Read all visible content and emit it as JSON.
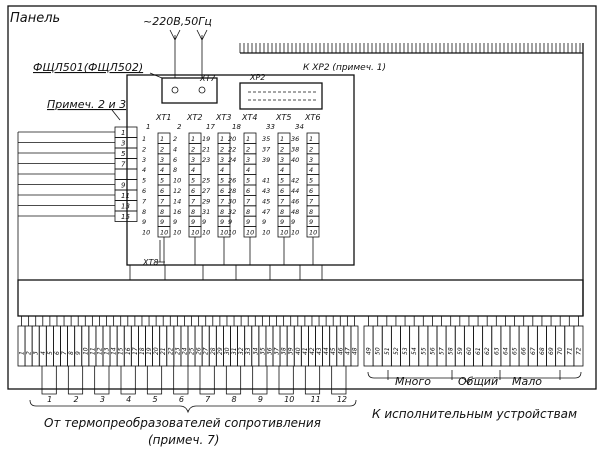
{
  "panel_label": "Панель",
  "power_label": "~220В,50Гц",
  "device_label": "ФЩЛ501(ФЩЛ502)",
  "note_label": "Примеч. 2 и 3",
  "cable_label": "К ХР2 (примеч. 1)",
  "xt7_label": "ХТ7",
  "xp2_label": "ХР2",
  "xt8_label": "ХТ8",
  "left_caption_line1": "От термопреобразователей сопротивления",
  "left_caption_line2": "(примеч. 7)",
  "right_caption": "К исполнительным устройствам",
  "group_labels": [
    "Много",
    "Общий",
    "Мало"
  ],
  "terminal_blocks": [
    {
      "label": "ХТ1",
      "top": "1",
      "rows": [
        "1",
        "2",
        "3",
        "4",
        "5",
        "6",
        "7",
        "8",
        "9",
        "10"
      ]
    },
    {
      "label": "ХТ2",
      "top": "2",
      "rows": [
        "2",
        "4",
        "6",
        "8",
        "10",
        "12",
        "14",
        "16",
        "9",
        "10"
      ]
    },
    {
      "label": "ХТ3",
      "top": "17",
      "rows": [
        "19",
        "21",
        "23",
        "",
        "25",
        "27",
        "29",
        "31",
        "9",
        "10"
      ]
    },
    {
      "label": "ХТ4",
      "top": "18",
      "rows": [
        "20",
        "22",
        "24",
        "",
        "26",
        "28",
        "30",
        "32",
        "9",
        "10"
      ]
    },
    {
      "label": "ХТ5",
      "top": "33",
      "rows": [
        "35",
        "37",
        "39",
        "",
        "41",
        "43",
        "45",
        "47",
        "9",
        "10"
      ]
    },
    {
      "label": "ХТ6",
      "top": "34",
      "rows": [
        "36",
        "38",
        "40",
        "",
        "42",
        "44",
        "46",
        "48",
        "9",
        "10"
      ]
    }
  ],
  "left_strip_numbers": [
    "1",
    "3",
    "5",
    "7",
    "",
    "9",
    "11",
    "13",
    "15"
  ],
  "bottom_strip_left": [
    "1",
    "2",
    "3",
    "4",
    "5",
    "6",
    "7",
    "8",
    "9",
    "10",
    "11",
    "12",
    "13",
    "14",
    "15",
    "16",
    "17",
    "18",
    "19",
    "20",
    "21",
    "22",
    "23",
    "24",
    "25",
    "26",
    "27",
    "28",
    "29",
    "30",
    "31",
    "32",
    "33",
    "34",
    "35",
    "36",
    "37",
    "38",
    "39",
    "40",
    "41",
    "42",
    "43",
    "44",
    "45",
    "46",
    "47",
    "48"
  ],
  "bottom_strip_right": [
    "49",
    "50",
    "51",
    "52",
    "53",
    "54",
    "55",
    "56",
    "57",
    "58",
    "59",
    "60",
    "61",
    "62",
    "63",
    "64",
    "65",
    "66",
    "67",
    "68",
    "69",
    "70",
    "71",
    "72"
  ],
  "sensor_groups": [
    "1",
    "2",
    "3",
    "4",
    "5",
    "6",
    "7",
    "8",
    "9",
    "10",
    "11",
    "12"
  ]
}
